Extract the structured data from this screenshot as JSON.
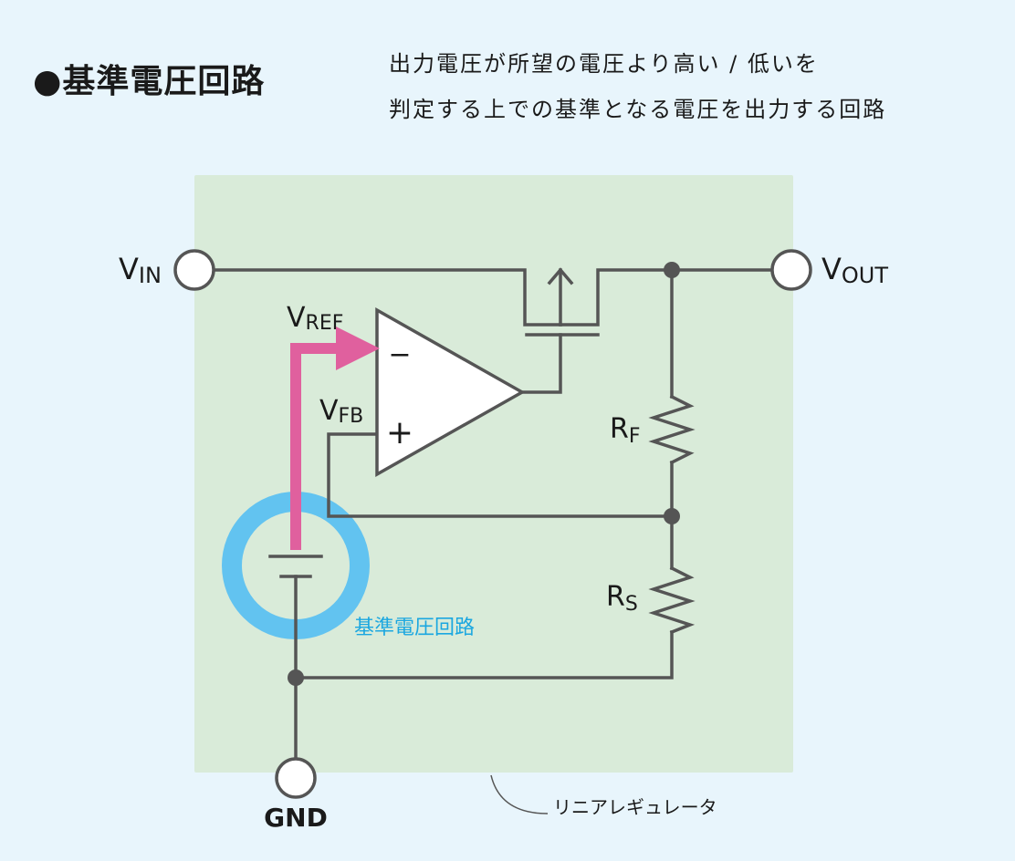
{
  "heading": "●基準電圧回路",
  "description": {
    "line1": "出力電圧が所望の電圧より高い / 低いを",
    "line2": "判定する上での基準となる電圧を出力する回路"
  },
  "terminals": {
    "vin": {
      "main": "V",
      "sub": "IN"
    },
    "vout": {
      "main": "V",
      "sub": "OUT"
    },
    "gnd": "GND"
  },
  "signals": {
    "vref": {
      "main": "V",
      "sub": "REF"
    },
    "vfb": {
      "main": "V",
      "sub": "FB"
    }
  },
  "resistors": {
    "rf": {
      "main": "R",
      "sub": "F"
    },
    "rs": {
      "main": "R",
      "sub": "S"
    }
  },
  "opamp": {
    "minus": "−",
    "plus": "+"
  },
  "reference_label": "基準電圧回路",
  "regulator_label": "リニアレギュレータ",
  "colors": {
    "page_background": "#e8f5fc",
    "regulator_box": "#d9ebd9",
    "wire": "#555555",
    "highlight_path": "#e0609e",
    "reference_ring": "#62c3f0",
    "reference_text": "#1ba7e0"
  }
}
